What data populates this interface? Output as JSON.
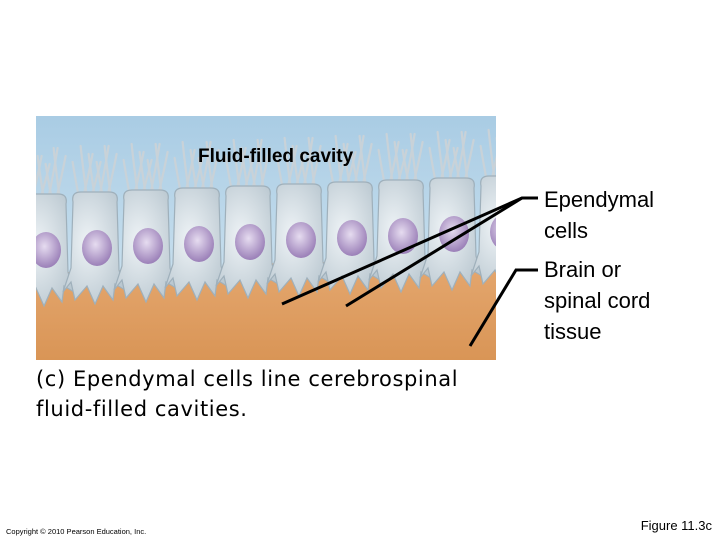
{
  "labels": {
    "cavity": "Fluid-filled cavity",
    "ependymal_line1": "Ependymal",
    "ependymal_line2": "cells",
    "brain_line1": "Brain or",
    "brain_line2": "spinal cord",
    "brain_line3": "tissue"
  },
  "caption": {
    "line1": "(c) Ependymal cells line cerebrospinal",
    "line2": "fluid-filled cavities."
  },
  "footer": {
    "copyright": "Copyright © 2010 Pearson Education, Inc.",
    "figure": "Figure 11.3c"
  },
  "colors": {
    "fluid": "#b9d7ea",
    "tissue": "#e0a066",
    "cell_body": "#d4dde3",
    "nucleus": "#b49ac9"
  }
}
